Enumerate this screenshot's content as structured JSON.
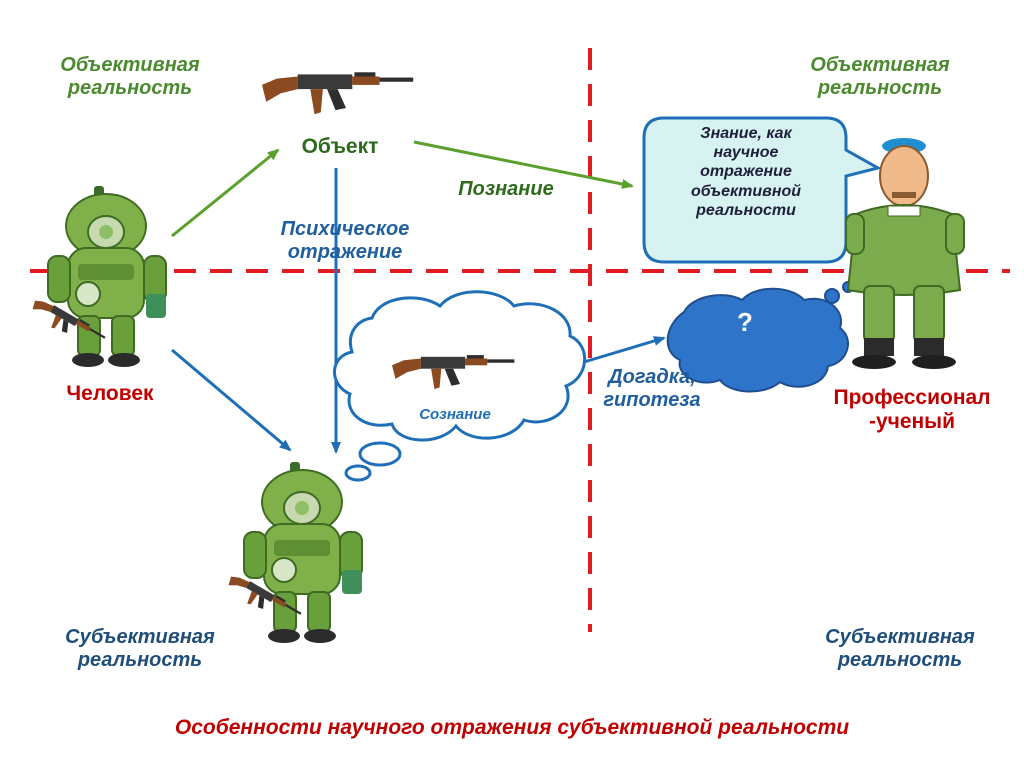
{
  "quadrants": {
    "top_left": "Объективная реальность",
    "top_right": "Объективная реальность",
    "bottom_left": "Субъективная реальность",
    "bottom_right": "Субъективная реальность"
  },
  "nodes": {
    "object": "Объект",
    "human": "Человек",
    "professional_line1": "Профессионал",
    "professional_line2": "-ученый"
  },
  "arrows": {
    "cognition": "Познание",
    "psychic_reflection_line1": "Психическое",
    "psychic_reflection_line2": "отражение",
    "guess_line1": "Догадка,",
    "guess_line2": "гипотеза"
  },
  "bubbles": {
    "consciousness": "Сознание",
    "knowledge_lines": [
      "Знание, как",
      "научное",
      "отражение",
      "объективной",
      "реальности"
    ],
    "question": "?"
  },
  "footer": {
    "title": "Особенности научного отражения субъективной реальности"
  },
  "colors": {
    "axis_red": "#e31b23",
    "arrow_green": "#5aa02c",
    "arrow_blue": "#1f6fb8",
    "speech_fill": "#d6f3f2",
    "question_cloud": "#2e75c9",
    "title_red": "#c00000"
  }
}
